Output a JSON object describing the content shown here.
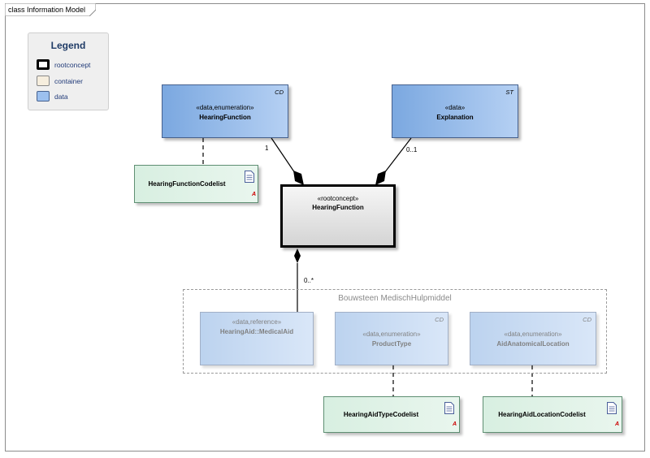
{
  "frame": {
    "title": "class Information Model"
  },
  "legend": {
    "title": "Legend",
    "items": [
      {
        "label": "rootconcept",
        "color": "#ffffff"
      },
      {
        "label": "container",
        "color": "#f6eede"
      },
      {
        "label": "data",
        "color": "#9cc0ef"
      }
    ]
  },
  "classes": {
    "hearing_function_enum": {
      "stereotype": "«data,enumeration»",
      "name": "HearingFunction",
      "tag": "CD"
    },
    "explanation": {
      "stereotype": "«data»",
      "name": "Explanation",
      "tag": "ST"
    },
    "root": {
      "stereotype": "«rootconcept»",
      "name": "HearingFunction"
    },
    "medical_aid": {
      "stereotype": "«data,reference»",
      "name": "HearingAid::MedicalAid"
    },
    "product_type": {
      "stereotype": "«data,enumeration»",
      "name": "ProductType",
      "tag": "CD"
    },
    "aid_location": {
      "stereotype": "«data,enumeration»",
      "name": "AidAnatomicalLocation",
      "tag": "CD"
    }
  },
  "codelists": {
    "hearing_function": {
      "name": "HearingFunctionCodelist",
      "mark": "A"
    },
    "hearing_aid_type": {
      "name": "HearingAidTypeCodelist",
      "mark": "A"
    },
    "hearing_aid_location": {
      "name": "HearingAidLocationCodelist",
      "mark": "A"
    }
  },
  "package": {
    "name": "Bouwsteen MedischHulpmiddel"
  },
  "multiplicities": {
    "hearing_function": "1",
    "explanation": "0..1",
    "medical_aid": "0..*"
  }
}
